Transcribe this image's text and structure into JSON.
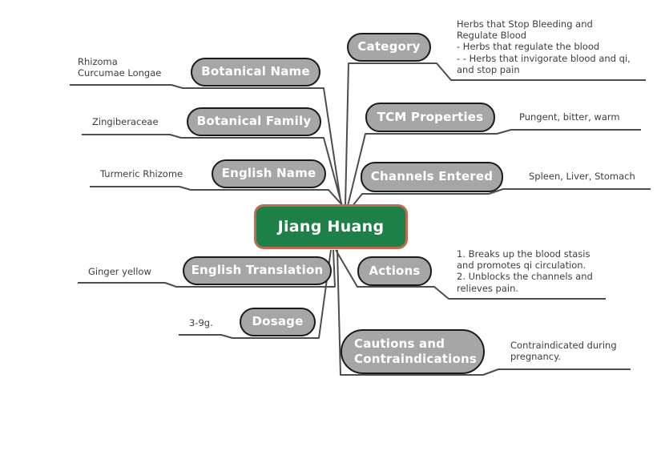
{
  "root": {
    "label": "Jiang Huang"
  },
  "branches": [
    {
      "id": "botanical-name",
      "label": "Botanical Name",
      "annotation": "Rhizoma\nCurcumae Longae",
      "side": "left"
    },
    {
      "id": "botanical-family",
      "label": "Botanical Family",
      "annotation": "Zingiberaceae",
      "side": "left"
    },
    {
      "id": "english-name",
      "label": "English Name",
      "annotation": "Turmeric Rhizome",
      "side": "left"
    },
    {
      "id": "english-translation",
      "label": "English Translation",
      "annotation": "Ginger yellow",
      "side": "left"
    },
    {
      "id": "dosage",
      "label": "Dosage",
      "annotation": "3-9g.",
      "side": "left"
    },
    {
      "id": "category",
      "label": "Category",
      "annotation": "Herbs that Stop Bleeding and\nRegulate Blood\n- Herbs that regulate the blood\n- - Herbs that invigorate blood and qi,\nand stop pain",
      "side": "right"
    },
    {
      "id": "tcm-properties",
      "label": "TCM Properties",
      "annotation": "Pungent, bitter, warm",
      "side": "right"
    },
    {
      "id": "channels-entered",
      "label": "Channels Entered",
      "annotation": "Spleen, Liver, Stomach",
      "side": "right"
    },
    {
      "id": "actions",
      "label": "Actions",
      "annotation": "1. Breaks up the blood stasis\nand promotes qi circulation.\n2. Unblocks the channels and\nrelieves pain.",
      "side": "right"
    },
    {
      "id": "cautions",
      "label": "Cautions and\nContraindications",
      "annotation": "Contraindicated during\npregnancy.",
      "side": "right"
    }
  ],
  "colors": {
    "node_fill": "#a6a6a6",
    "node_border": "#1a1a1a",
    "node_text": "#ffffff",
    "root_fill": "#1e8049",
    "root_border": "#c06a52",
    "root_text": "#ffffff",
    "line": "#4d4d4d",
    "annotation_text": "#3d3d3d",
    "background": "#ffffff"
  }
}
